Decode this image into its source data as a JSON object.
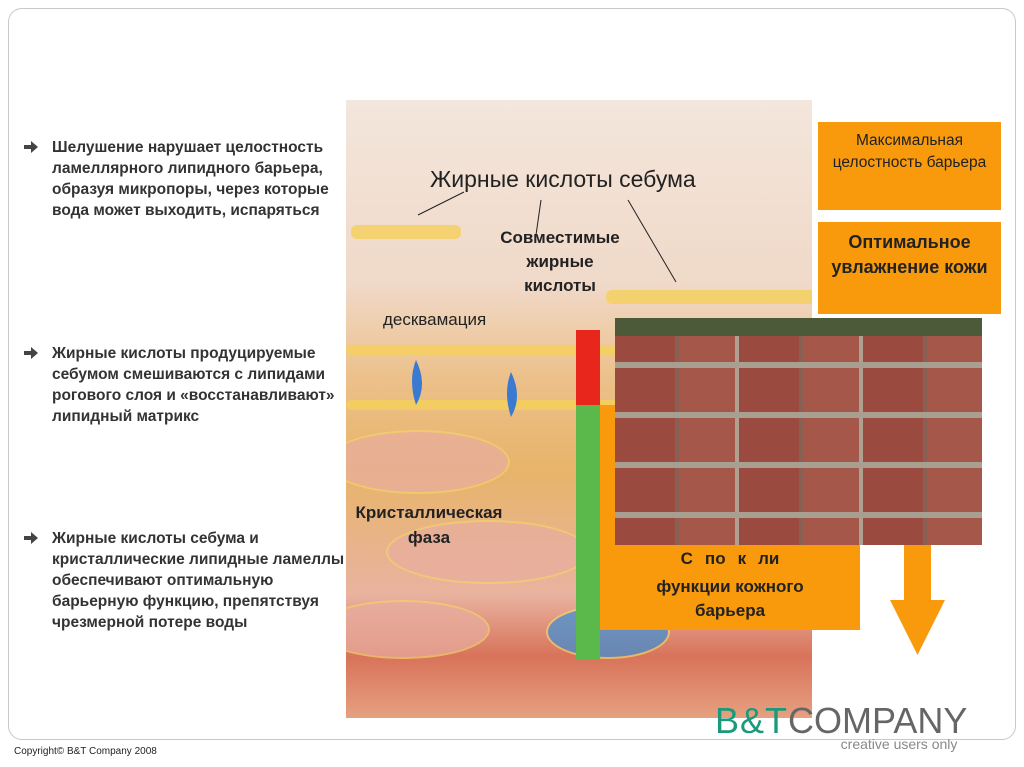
{
  "bullets": [
    "Шелушение нарушает целостность ламеллярного липидного барьера, образуя микропоры, через которые вода может выходить, испаряться",
    "Жирные кислоты продуцируемые себумом смешиваются с липидами рогового слоя и «восстанавливают» липидный матрикс",
    "Жирные кислоты себума и кристаллические липидные ламеллы обеспечивают оптимальную барьерную функцию, препятствуя чрезмерной потере воды"
  ],
  "diagram": {
    "sebum_label": "Жирные кислоты себума",
    "compatible_label": "Совместимые жирные кислоты",
    "desquamation_label": "десквамация",
    "crystal_label": "Кристаллическая фаза",
    "hidden_box_fragments": [
      "С",
      "по",
      "к",
      "ли"
    ],
    "hidden_box_text": "функции кожного барьера"
  },
  "boxes": {
    "max_integrity": "Максимальная целостность барьера",
    "optimal_hydration": "Оптимальное увлажнение кожи"
  },
  "colors": {
    "orange": "#f89a0c",
    "teal": "#1a9a78"
  },
  "logo": {
    "brand_bt": "B&T",
    "brand_company": "COMPANY",
    "tagline": "creative users only"
  },
  "footer": {
    "copyright": "Copyright© B&T Company 2008"
  }
}
